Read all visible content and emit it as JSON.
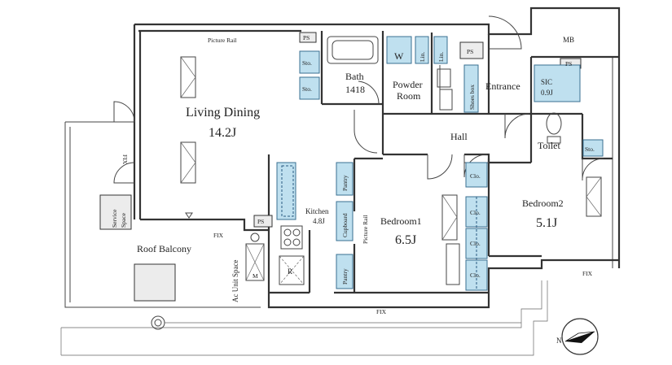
{
  "rooms": {
    "living_dining": "Living Dining",
    "living_dining_size": "14.2J",
    "bath": "Bath",
    "bath_size": "1418",
    "powder_room_line1": "Powder",
    "powder_room_line2": "Room",
    "entrance": "Entrance",
    "sic": "SIC",
    "sic_size": "0.9J",
    "hall": "Hall",
    "toilet": "Toilet",
    "kitchen": "Kitchen",
    "kitchen_size": "4.8J",
    "bedroom1": "Bedroom1",
    "bedroom1_size": "6.5J",
    "bedroom2": "Bedroom2",
    "bedroom2_size": "5.1J",
    "roof_balcony": "Roof Balcony",
    "ac_unit_space": "Ac Unit Space",
    "service_space_line1": "Service",
    "service_space_line2": "Space"
  },
  "fixtures": {
    "mb": "MB",
    "ps": "PS",
    "sto": "Sto.",
    "washer": "W",
    "linen": "Lin.",
    "shoes_box": "Shoes box",
    "closet": "Clo.",
    "pantry": "Pantry",
    "cupboard": "Cupboard",
    "picture_rail": "Picture Rail",
    "fix": "FIX",
    "refrigerator": "R",
    "meter": "M"
  },
  "compass": {
    "north": "N"
  }
}
